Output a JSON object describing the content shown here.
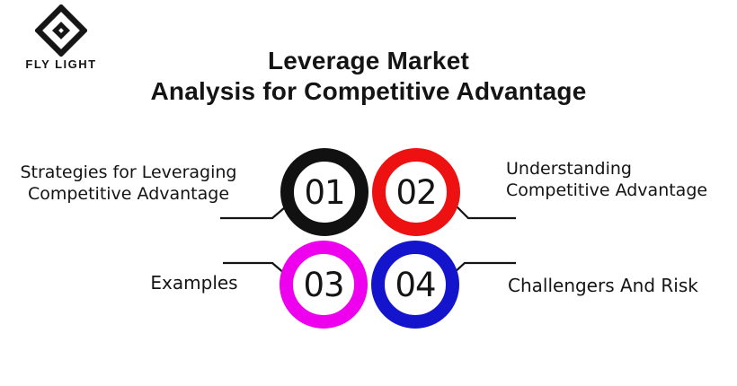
{
  "brand": {
    "name": "FLY LIGHT"
  },
  "title": {
    "line1": "Leverage Market",
    "line2": "Analysis for Competitive Advantage"
  },
  "items": [
    {
      "number": "01",
      "ring_color": "#111111",
      "label": "Strategies for Leveraging Competitive Advantage",
      "label_lines": [
        "Strategies for Leveraging",
        "Competitive Advantage"
      ],
      "side": "left"
    },
    {
      "number": "02",
      "ring_color": "#EE1111",
      "label": "Understanding Competitive Advantage",
      "label_lines": [
        "Understanding",
        "Competitive Advantage"
      ],
      "side": "right"
    },
    {
      "number": "03",
      "ring_color": "#EE00EE",
      "label": "Examples",
      "label_lines": [
        "Examples"
      ],
      "side": "left"
    },
    {
      "number": "04",
      "ring_color": "#1414CC",
      "label": "Challengers And Risk",
      "label_lines": [
        "Challengers And Risk"
      ],
      "side": "right"
    }
  ],
  "colors": {
    "line": "#141414",
    "text": "#141414",
    "background": "#ffffff",
    "logo": "#161616"
  }
}
